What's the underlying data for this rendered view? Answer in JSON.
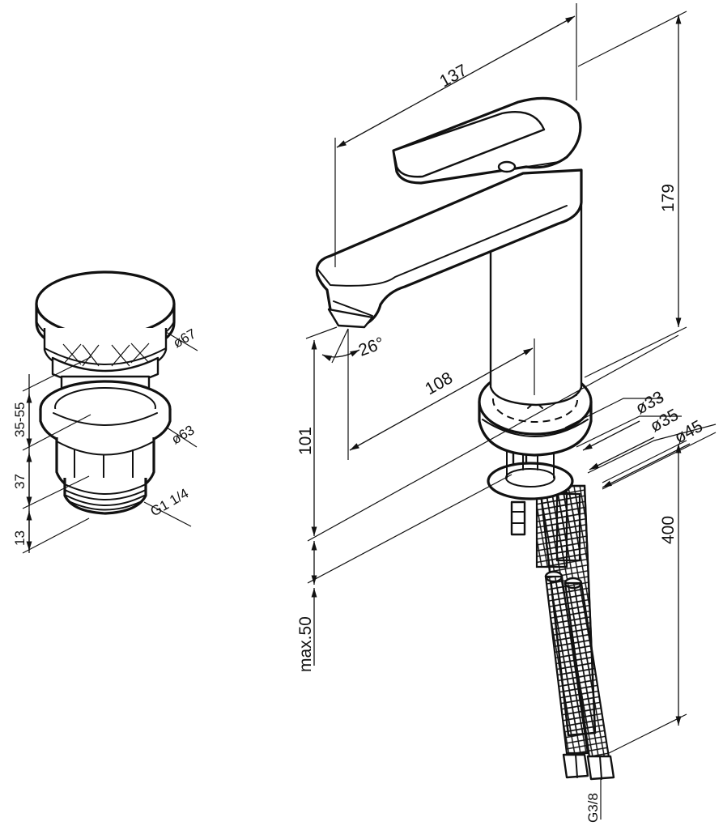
{
  "drain": {
    "cap_diameter": "ø67",
    "flange_diameter": "ø63",
    "thread": "G1 1/4",
    "height_range": "35-55",
    "body_height": "37",
    "thread_height": "13"
  },
  "faucet": {
    "length": "137",
    "height": "179",
    "spout_height": "101",
    "spout_reach": "108",
    "spout_angle": "26°",
    "base_d1": "ø33",
    "base_d2": "ø35",
    "base_d3": "ø45",
    "hose_length": "400",
    "countertop": "max.50",
    "hose_thread": "G3/8"
  }
}
